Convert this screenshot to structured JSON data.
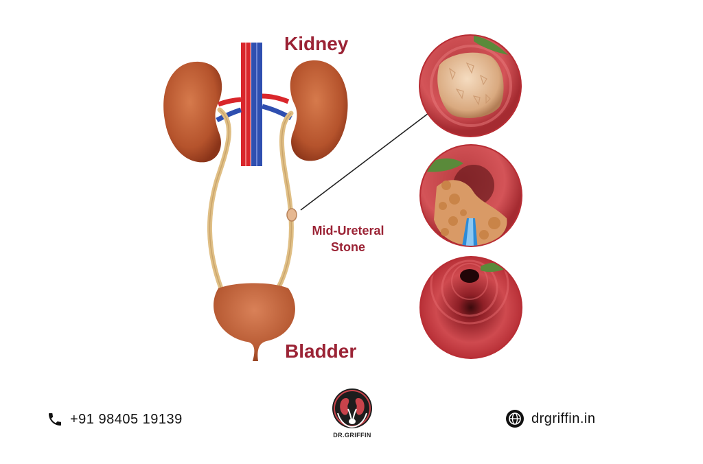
{
  "labels": {
    "kidney": "Kidney",
    "stone_line1": "Mid-Ureteral",
    "stone_line2": "Stone",
    "bladder": "Bladder"
  },
  "footer": {
    "phone": "+91 98405 19139",
    "website": "drgriffin.in",
    "logo_text": "DR.GRIFFIN"
  },
  "icons": {
    "phone": "phone-icon",
    "web": "globe-icon",
    "logo": "kidney-logo-icon"
  },
  "colors": {
    "label": "#9b2335",
    "organ": "#b5532c",
    "artery": "#d9262b",
    "vein": "#2f4fb0",
    "ureter": "#e0bf85",
    "tissue": "#c8383e"
  }
}
